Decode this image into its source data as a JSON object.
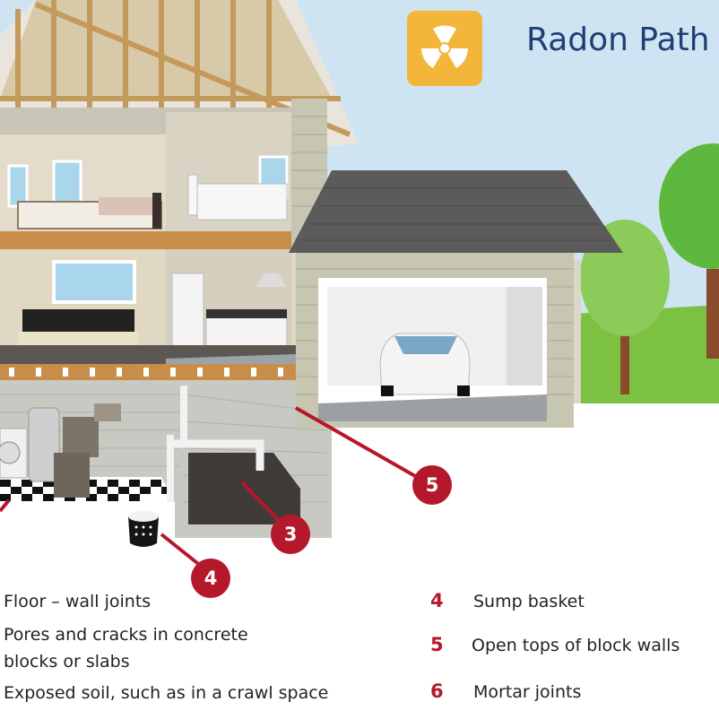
{
  "title": "Radon Path",
  "icons": {
    "badge": "radiation-icon"
  },
  "markers": [
    {
      "number": "3"
    },
    {
      "number": "4"
    },
    {
      "number": "5"
    }
  ],
  "legend": {
    "left": [
      {
        "text": "Floor – wall joints"
      },
      {
        "text": "Pores and cracks in concrete blocks or slabs"
      },
      {
        "text": "Exposed soil, such as in a crawl space"
      }
    ],
    "right": [
      {
        "number": "4",
        "text": "Sump basket"
      },
      {
        "number": "5",
        "text": "Open tops of block walls"
      },
      {
        "number": "6",
        "text": "Mortar joints"
      }
    ]
  },
  "colors": {
    "sky": "#cfe4f3",
    "grass": "#7cc142",
    "accent_red": "#b5182a",
    "title_blue": "#1f3f73",
    "icon_yellow": "#f3b63a"
  }
}
